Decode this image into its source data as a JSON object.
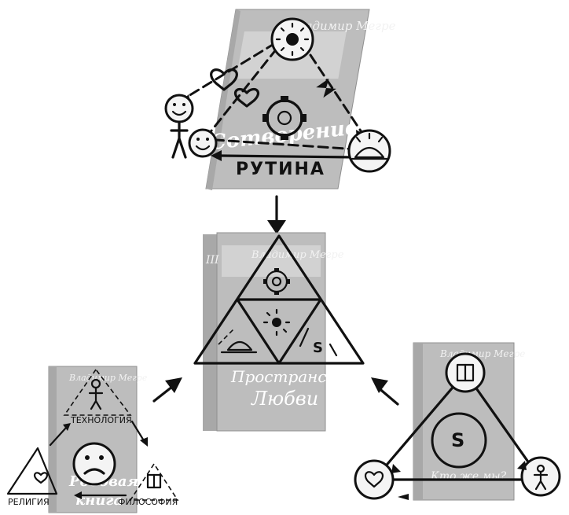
{
  "books": {
    "top": {
      "author": "Владимир Мегре",
      "title": "Сотворение"
    },
    "center": {
      "author": "Владимир Мегре",
      "volume": "III",
      "title_line1": "Пространство",
      "title_line2": "Любви"
    },
    "left": {
      "author": "Владимир Мегре",
      "title_line1": "Родовая",
      "title_line2": "книга"
    },
    "right": {
      "author": "Владимир Мегре",
      "title": "Кто же мы?"
    }
  },
  "labels": {
    "routine": "РУТИНА",
    "technology": "ТЕХНОЛОГИЯ",
    "religion": "РЕЛИГИЯ",
    "philosophy": "ФИЛОСОФИЯ",
    "s_letter": "S"
  },
  "colors": {
    "ink": "#111111",
    "book_cover": "#bdbdbd",
    "background": "#ffffff"
  }
}
